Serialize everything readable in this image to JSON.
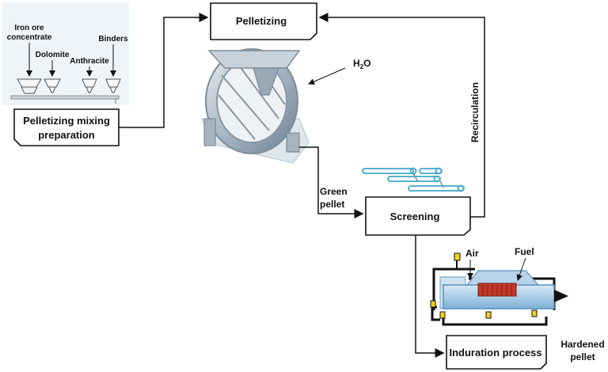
{
  "boxes": {
    "pelletizing": "Pelletizing",
    "mixing_line1": "Pelletizing mixing",
    "mixing_line2": "preparation",
    "screening": "Screening",
    "induration": "Induration process"
  },
  "raw_materials": {
    "iron_ore_line1": "Iron ore",
    "iron_ore_line2": "concentrate",
    "dolomite": "Dolomite",
    "anthracite": "Anthracite",
    "binders": "Binders"
  },
  "labels": {
    "water_main": "H",
    "water_sub": "2",
    "water_end": "O",
    "green_line1": "Green",
    "green_line2": "pellet",
    "recirculation": "Recirculation",
    "air": "Air",
    "fuel": "Fuel",
    "hardened_line1": "Hardened",
    "hardened_line2": "pellet"
  },
  "colors": {
    "raw_panel_bg": "#eef4f7",
    "drum_steel": "#9aa9b6",
    "conveyor_blue": "#3fa7c9",
    "furnace_blue": "#9fc7e6",
    "pipe_black": "#111111",
    "heater_red": "#c0392b",
    "valve_yellow": "#f2d21b"
  }
}
